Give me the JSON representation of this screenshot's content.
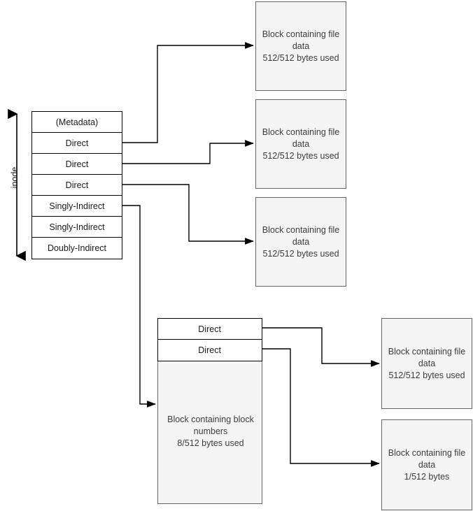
{
  "diagram": {
    "title": "inode block pointer diagram",
    "colors": {
      "block_fill": "#f4f4f4",
      "block_border": "#666666",
      "table_border": "#000000",
      "block_text": "#3d3d3d",
      "table_text": "#1a1a1a",
      "wire": "#000000",
      "background": "#ffffff"
    }
  },
  "inode": {
    "label": "inode",
    "rows": [
      {
        "label": "(Metadata)"
      },
      {
        "label": "Direct"
      },
      {
        "label": "Direct"
      },
      {
        "label": "Direct"
      },
      {
        "label": "Singly-Indirect"
      },
      {
        "label": "Singly-Indirect"
      },
      {
        "label": "Doubly-Indirect"
      }
    ]
  },
  "data_blocks": [
    {
      "text": "Block containing file data\n512/512 bytes used"
    },
    {
      "text": "Block containing file data\n512/512 bytes used"
    },
    {
      "text": "Block containing file data\n512/512 bytes used"
    }
  ],
  "indirect_block": {
    "rows": [
      {
        "label": "Direct"
      },
      {
        "label": "Direct"
      }
    ],
    "caption": "Block containing block numbers\n8/512 bytes used"
  },
  "indirect_targets": [
    {
      "text": "Block containing file data\n512/512 bytes used"
    },
    {
      "text": "Block containing file data\n1/512 bytes"
    }
  ]
}
